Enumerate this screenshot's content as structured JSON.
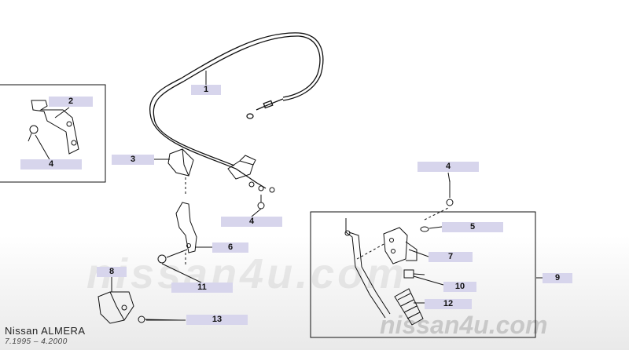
{
  "watermark": {
    "large": "nissan4u.com",
    "small": "nissan4u.com"
  },
  "footer": {
    "title": "Nissan  ALMERA",
    "subtitle": "7.1995  –  4.2000"
  },
  "callouts": [
    "1",
    "2",
    "4",
    "3",
    "4",
    "6",
    "11",
    "8",
    "13",
    "4",
    "5",
    "7",
    "10",
    "12",
    "9"
  ]
}
